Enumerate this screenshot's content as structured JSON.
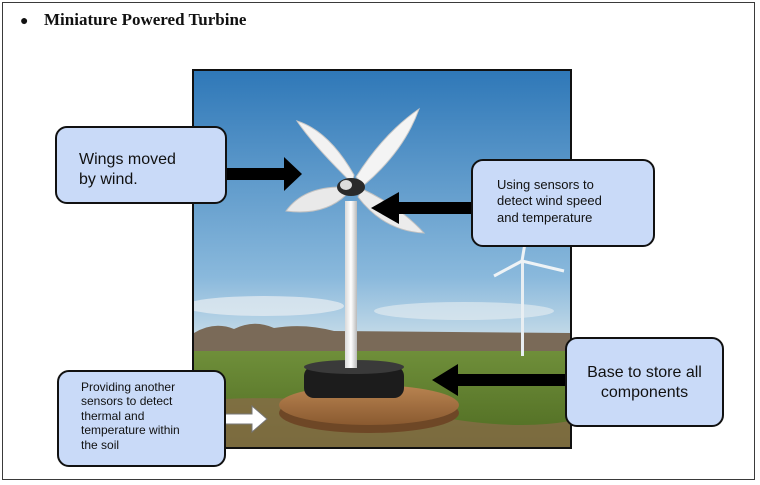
{
  "title": {
    "bullet": "●",
    "text": "Miniature Powered Turbine"
  },
  "photo": {
    "subject": "miniature wind turbine on a wooden base in a field",
    "icon": "wind-turbine-photo"
  },
  "callouts": {
    "wings": {
      "lines": [
        "Wings moved",
        "by wind."
      ]
    },
    "sensors": {
      "lines": [
        "Using sensors to",
        "detect wind speed",
        "and temperature"
      ]
    },
    "base": {
      "lines": [
        "Base to store all",
        "components"
      ]
    },
    "soil": {
      "lines": [
        "Providing another",
        "sensors to detect",
        "thermal and",
        "temperature within",
        "the soil"
      ]
    }
  },
  "colors": {
    "callout_fill": "#c9daf8",
    "callout_border": "#111111",
    "arrow": "#000000",
    "arrow_light_fill": "#ffffff"
  }
}
